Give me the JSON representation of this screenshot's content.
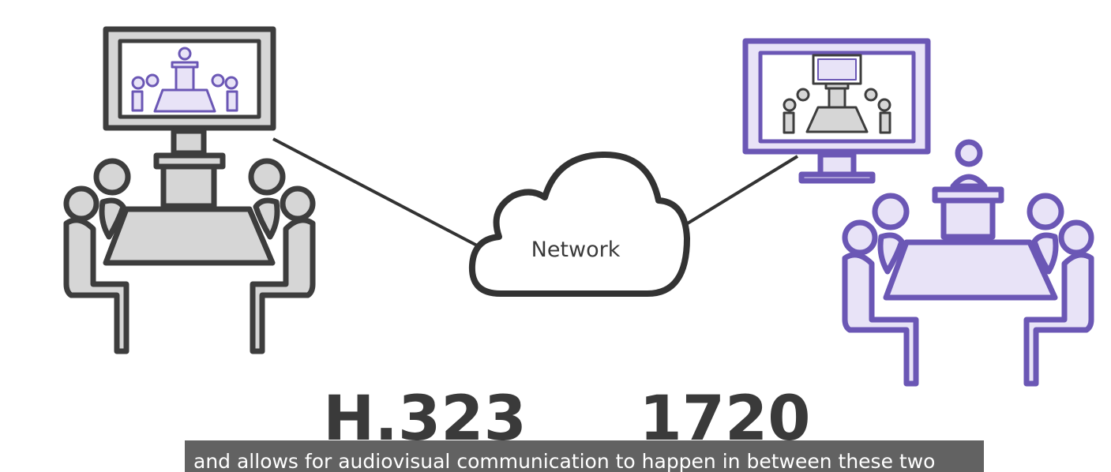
{
  "diagram": {
    "cloud_label": "Network",
    "protocol_label": "H.323",
    "port_label": "1720"
  },
  "subtitle": {
    "text": "and allows for audiovisual communication to happen in between these two"
  },
  "colors": {
    "gray_stroke": "#3d3d3d",
    "gray_fill": "#d6d6d6",
    "purple_stroke": "#6b57b5",
    "purple_fill": "#e8e3f7",
    "text": "#3a3a3a",
    "subtitle_bg": "#555555"
  }
}
